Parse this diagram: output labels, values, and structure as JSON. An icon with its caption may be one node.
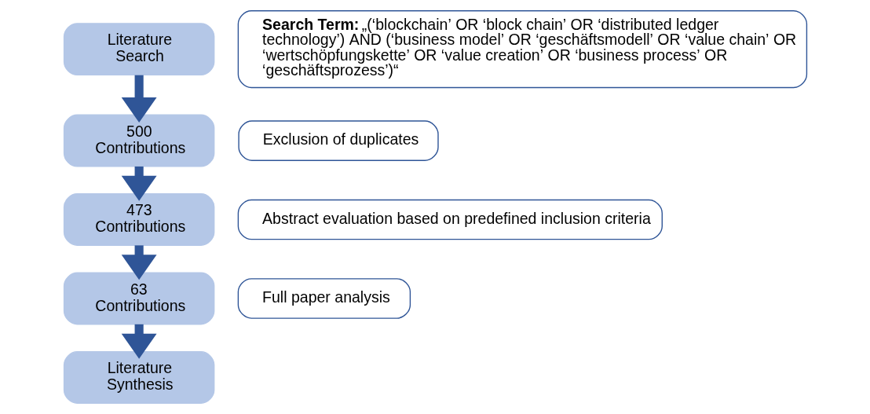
{
  "diagram": {
    "nodes": [
      {
        "text": [
          "Literature Search"
        ]
      },
      {
        "text": [
          "**Search Term:** „(‘blockchain’ OR ‘block chain’ OR ‘distributed ledger technology’) AND (‘business model’ OR ‘geschäftsmodell’ OR ‘value chain’ OR ‘wertschöpfungskette’ OR ‘value creation’ OR ‘business process’ OR ‘geschäftsprozess’)“"
        ]
      },
      {
        "text": [
          "500 Contributions"
        ]
      },
      {
        "text": [
          "Exclusion of duplicates"
        ]
      },
      {
        "text": [
          "473 Contributions"
        ]
      },
      {
        "text": [
          "Abstract evaluation based on predefined inclusion criteria"
        ]
      },
      {
        "text": [
          "63 Contributions"
        ]
      },
      {
        "text": [
          "Full paper analysis"
        ]
      },
      {
        "text": [
          "Literature Synthesis"
        ]
      }
    ],
    "edges": [
      {
        "from": 0,
        "to": 2,
        "arrow": "to"
      },
      {
        "from": 2,
        "to": 4,
        "arrow": "to"
      },
      {
        "from": 4,
        "to": 6,
        "arrow": "to"
      },
      {
        "from": 6,
        "to": 8,
        "arrow": "to"
      }
    ]
  }
}
